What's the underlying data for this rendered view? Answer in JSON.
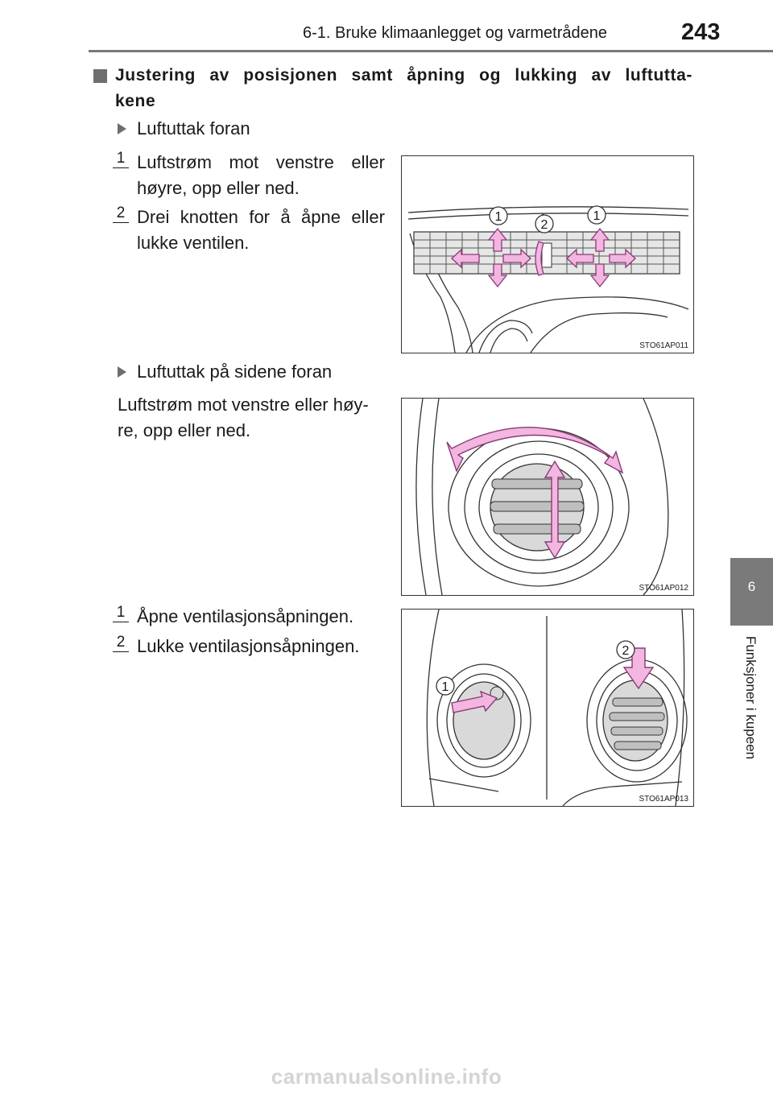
{
  "header": {
    "running_head": "6-1. Bruke klimaanlegget og varmetrådene",
    "page_number": "243"
  },
  "side": {
    "chapter_number": "6",
    "chapter_label": "Funksjoner i kupeen"
  },
  "section": {
    "title": "Justering av posisjonen samt åpning og lukking av luftutta-kene"
  },
  "front_vents": {
    "heading": "Luftuttak foran",
    "steps": [
      {
        "num": "1",
        "text": "Luftstrøm mot venstre eller høyre, opp eller ned."
      },
      {
        "num": "2",
        "text": "Drei knotten for å åpne eller lukke ventilen."
      }
    ],
    "figure_code": "STO61AP011",
    "figure_labels": [
      "1",
      "2",
      "1"
    ]
  },
  "side_vents": {
    "heading": "Luftuttak på sidene foran",
    "text": "Luftstrøm mot venstre eller høy-re, opp eller ned.",
    "figure_code": "STO61AP012",
    "steps": [
      {
        "num": "1",
        "text": "Åpne ventilasjonsåpningen."
      },
      {
        "num": "2",
        "text": "Lukke ventilasjonsåpningen."
      }
    ],
    "figure2_code": "STO61AP013",
    "figure2_labels": [
      "1",
      "2"
    ]
  },
  "colors": {
    "arrow_fill": "#f2b6e0",
    "arrow_stroke": "#8a3a78",
    "tab_gray": "#7a7a7a"
  },
  "footer": {
    "watermark": "carmanualsonline.info"
  }
}
